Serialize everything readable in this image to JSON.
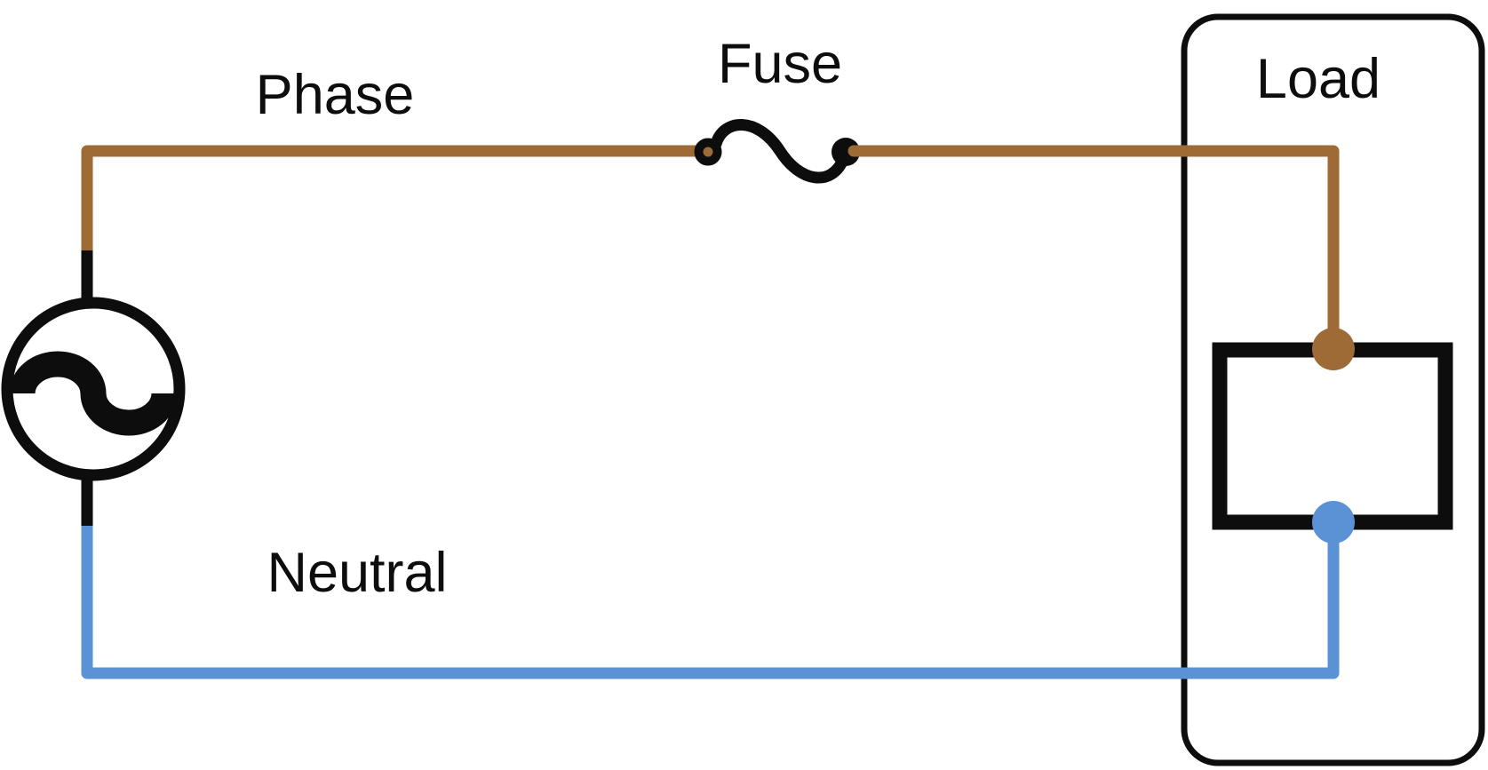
{
  "diagram": {
    "type": "single-phase AC circuit schematic",
    "background": "#ffffff",
    "labels": {
      "phase": "Phase",
      "fuse": "Fuse",
      "load": "Load",
      "neutral": "Neutral"
    },
    "colors": {
      "phase_wire": "#9e6b37",
      "neutral_wire": "#5b91d5",
      "outline": "#0d0d0d"
    },
    "components": [
      {
        "name": "ac-source",
        "symbol": "circle with sine wave"
      },
      {
        "name": "fuse",
        "symbol": "wavy link between two terminals",
        "position": "phase wire"
      },
      {
        "name": "load",
        "symbol": "rectangle inside rounded enclosure",
        "terminals": {
          "top": "phase (brown dot)",
          "bottom": "neutral (blue dot)"
        }
      }
    ]
  }
}
